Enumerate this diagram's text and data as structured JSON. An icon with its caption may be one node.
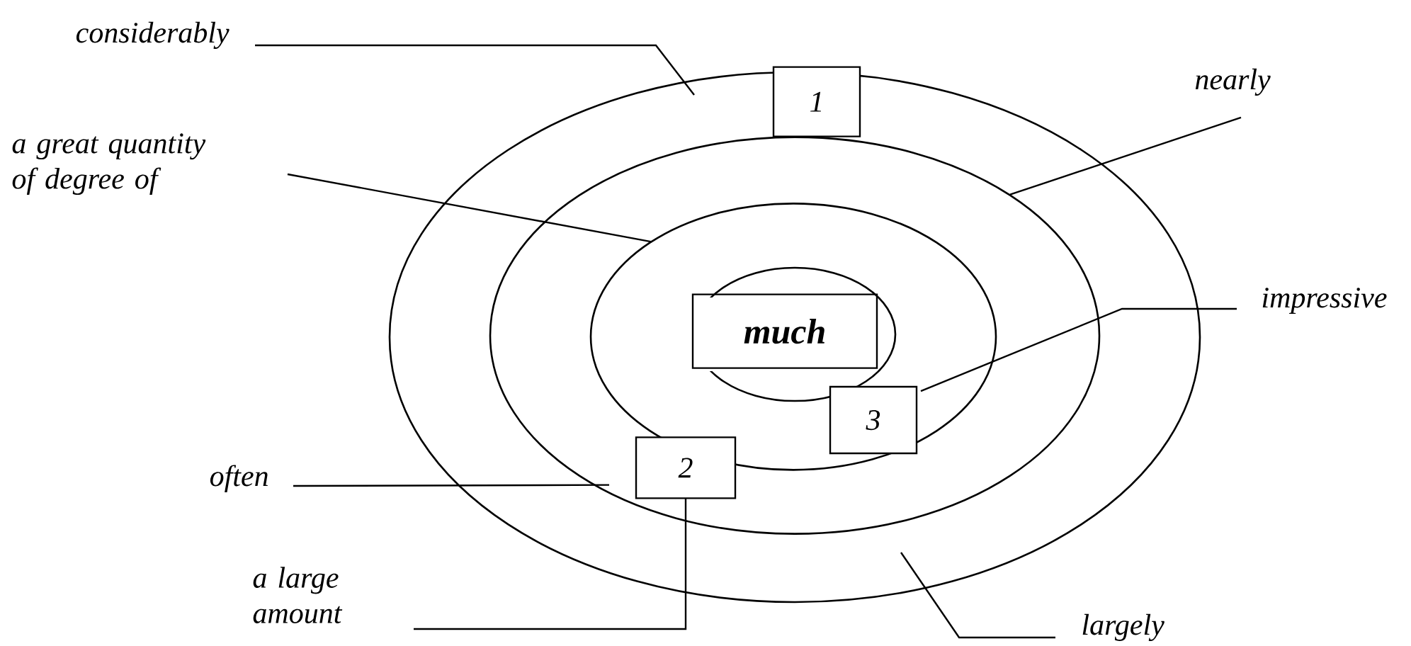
{
  "diagram": {
    "nodes": [
      {
        "text": [
          "considerably"
        ]
      },
      {
        "text": [
          "1"
        ],
        "in": 4
      },
      {
        "text": [
          "nearly"
        ]
      },
      {
        "text": [
          "a great quantity of degree of"
        ]
      },
      {
        "text": [],
        "shape": "ellipse"
      },
      {
        "text": [],
        "shape": "ellipse",
        "in": 4
      },
      {
        "text": [],
        "shape": "ellipse",
        "in": 5
      },
      {
        "text": [],
        "shape": "ellipse",
        "in": 6
      },
      {
        "text": [
          "much"
        ],
        "in": 7
      },
      {
        "text": [
          "impressive"
        ]
      },
      {
        "text": [
          "3"
        ],
        "in": 6
      },
      {
        "text": [
          "often"
        ]
      },
      {
        "text": [
          "2"
        ],
        "in": 5
      },
      {
        "text": [
          "a large amount"
        ]
      },
      {
        "text": [
          "largely"
        ]
      }
    ],
    "edges": [
      {
        "from": 0,
        "to": 4,
        "arrow": "none"
      },
      {
        "from": 3,
        "to": 6,
        "arrow": "none"
      },
      {
        "from": 2,
        "to": 5,
        "arrow": "none"
      },
      {
        "from": 9,
        "to": 10,
        "arrow": "none"
      },
      {
        "from": 11,
        "to": 5,
        "arrow": "none"
      },
      {
        "from": 13,
        "to": 12,
        "arrow": "none"
      },
      {
        "from": 14,
        "to": 4,
        "arrow": "none"
      }
    ]
  }
}
